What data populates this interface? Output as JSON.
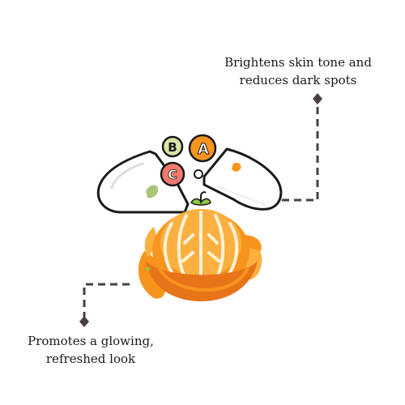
{
  "callouts": {
    "top": {
      "line1": "Brightens skin tone and",
      "line2": "reduces dark spots"
    },
    "bottom": {
      "line1": "Promotes a glowing,",
      "line2": "refreshed look"
    }
  },
  "vitamins": {
    "a": "A",
    "b": "B",
    "c": "C"
  },
  "colors": {
    "orange": "#f7941d",
    "orange_light": "#fbb040",
    "orange_dark": "#e8741a",
    "outline": "#1a1a1a",
    "connector": "#4a3f3f",
    "capsule_fill": "#ffffff",
    "leaf_green": "#8dc63f",
    "vitamin_b_fill": "#d7e4a3",
    "vitamin_c_fill": "#f27a6e",
    "pith": "#fff3d9"
  }
}
